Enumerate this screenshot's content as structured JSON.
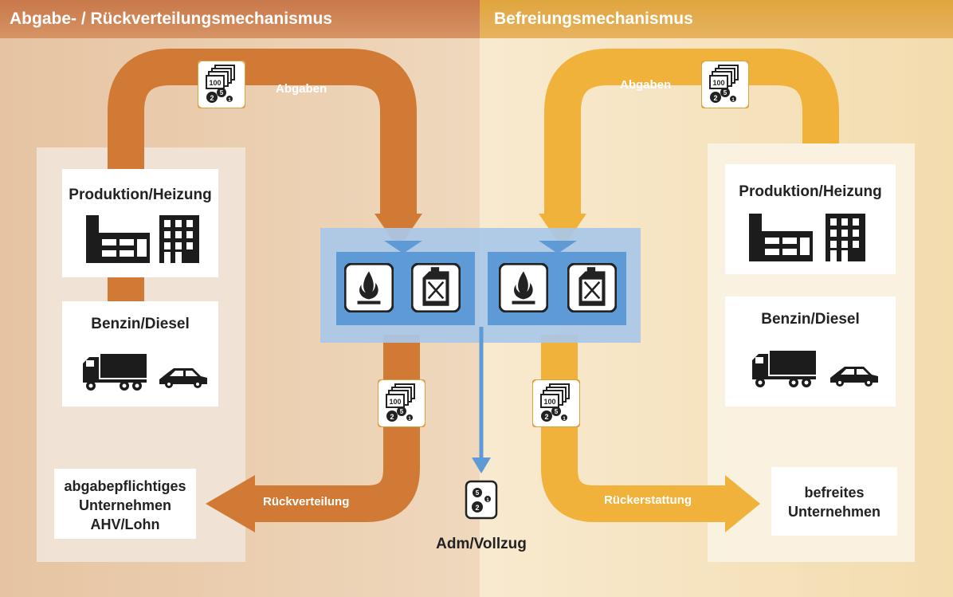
{
  "headers": {
    "left": "Abgabe- / Rückverteilungsmechanismus",
    "right": "Befreiungsmechanismus"
  },
  "left": {
    "box_production": "Produktion/Heizung",
    "box_fuel": "Benzin/Diesel",
    "box_company": [
      "abgabepflichtiges",
      "Unternehmen",
      "AHV/Lohn"
    ],
    "arrow_top": "Abgaben",
    "arrow_bottom": "Rückverteilung"
  },
  "right": {
    "box_production": "Produktion/Heizung",
    "box_fuel": "Benzin/Diesel",
    "box_company": [
      "befreites",
      "Unternehmen"
    ],
    "arrow_top": "Abgaben",
    "arrow_bottom": "Rückerstattung"
  },
  "center": {
    "admin_label": "Adm/Vollzug"
  },
  "money_icon": {
    "note": "100",
    "coin_large": "2",
    "coin_medium": "5",
    "coin_small": "1"
  },
  "colors": {
    "left_bg": "#e8c8a8",
    "right_bg": "#f6e3bd",
    "left_arrow": "#d17a35",
    "right_arrow": "#f0b23a",
    "blue_band": "#a9c8e8",
    "blue_inner": "#5e9ad6"
  }
}
